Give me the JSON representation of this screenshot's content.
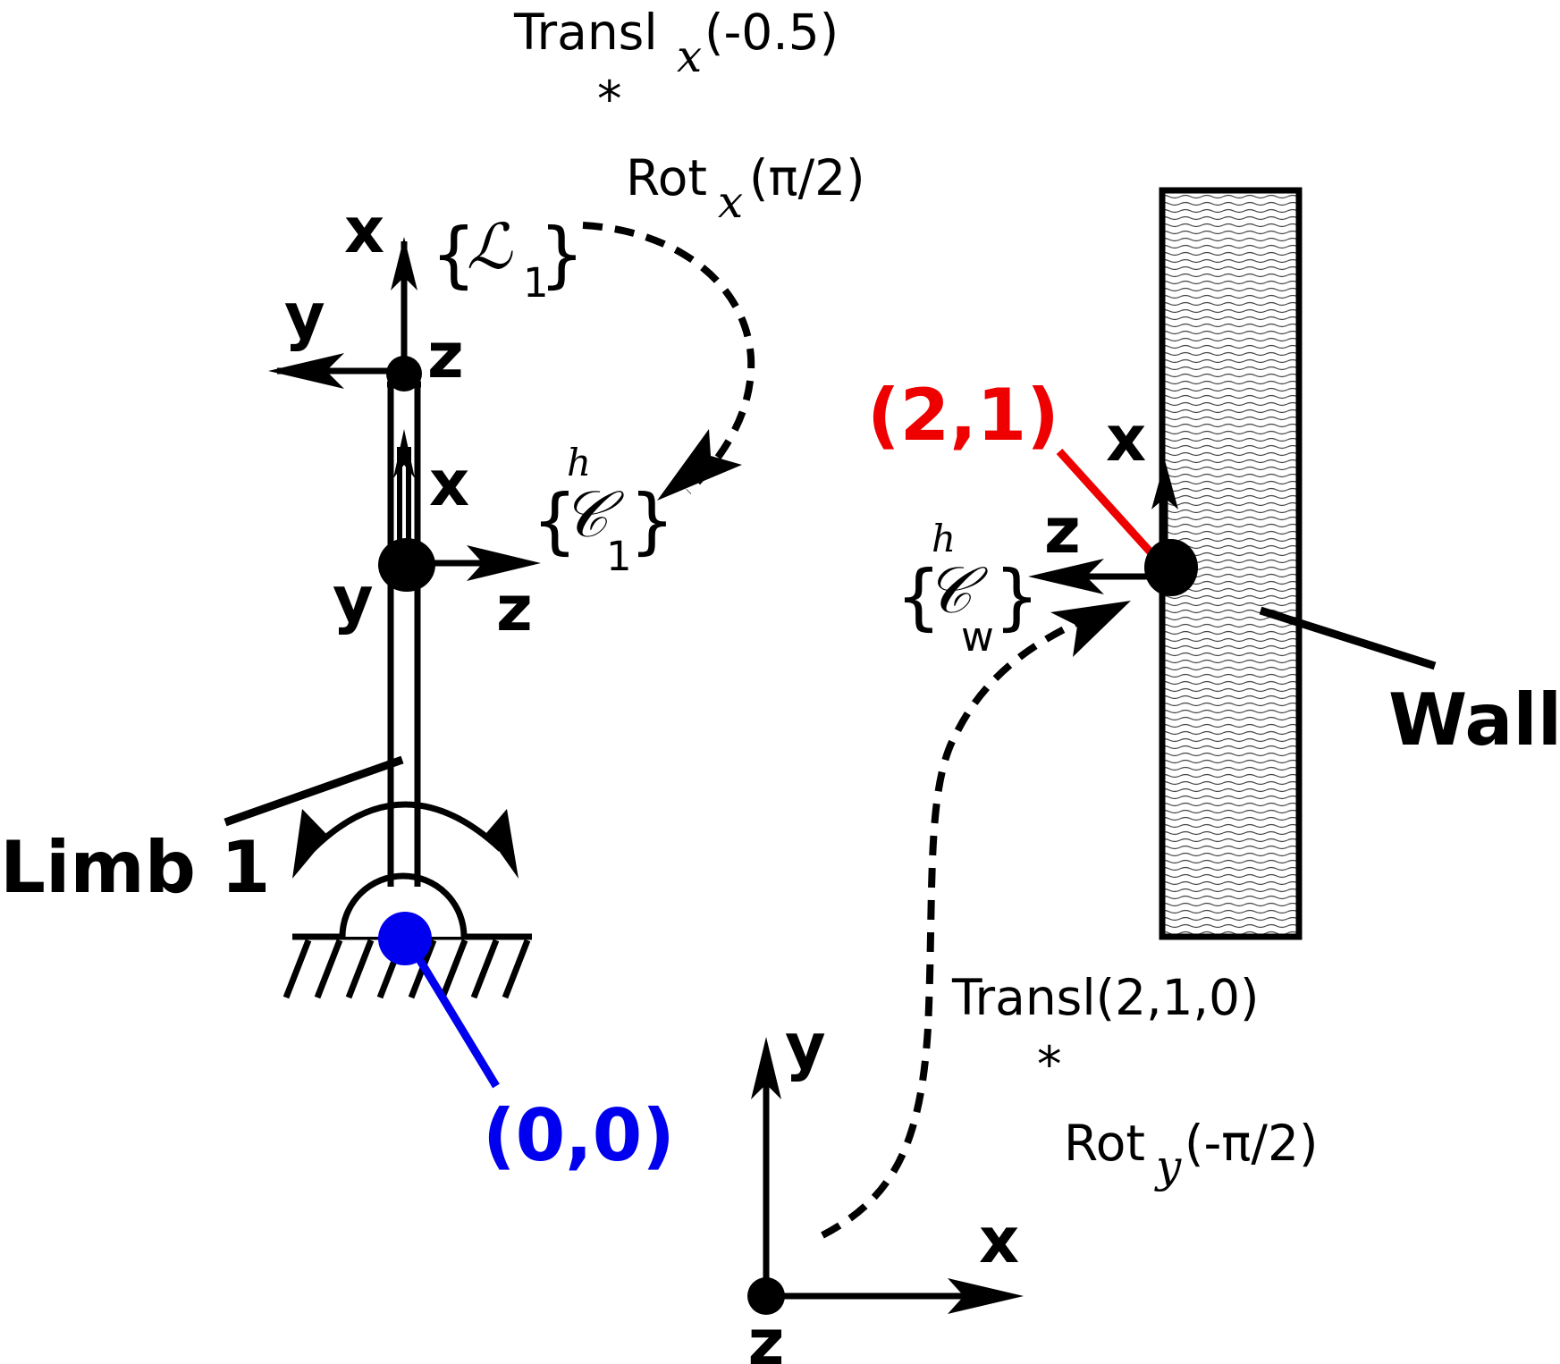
{
  "colors": {
    "ink": "#000000",
    "origin_blue": "#0000ee",
    "contact_red": "#ee0000",
    "wall_fill": "#dddddd"
  },
  "labels": {
    "limb": "Limb 1",
    "wall": "Wall",
    "origin_point": "(0,0)",
    "contact_point": "(2,1)"
  },
  "frames": {
    "limb_frame": {
      "brace_open": "{",
      "symbol": "ℒ",
      "sub": "1",
      "brace_close": "}"
    },
    "contact_frame": {
      "brace_open": "{",
      "sup": "h",
      "symbol": "𝒞",
      "sub": "1",
      "brace_close": "}"
    },
    "wall_frame": {
      "brace_open": "{",
      "sup": "h",
      "symbol": "𝒞",
      "sub": "w",
      "brace_close": "}"
    }
  },
  "axes": {
    "limb_tip": {
      "x": "x",
      "y": "y",
      "z": "z"
    },
    "limb_mid": {
      "x": "x",
      "y": "y",
      "z": "z"
    },
    "wall_contact": {
      "x": "x",
      "z": "z"
    },
    "world": {
      "x": "x",
      "y": "y",
      "z": "z"
    }
  },
  "transforms": {
    "top": {
      "line1_main": "Transl",
      "line1_sub": "x",
      "line1_arg": "(-0.5)",
      "op": "*",
      "line2_main": "Rot",
      "line2_sub": "x",
      "line2_arg": "(π/2)"
    },
    "bottom": {
      "line1": "Transl(2,1,0)",
      "op": "*",
      "line2_main": "Rot",
      "line2_sub": "y",
      "line2_arg": "(-π/2)"
    }
  }
}
